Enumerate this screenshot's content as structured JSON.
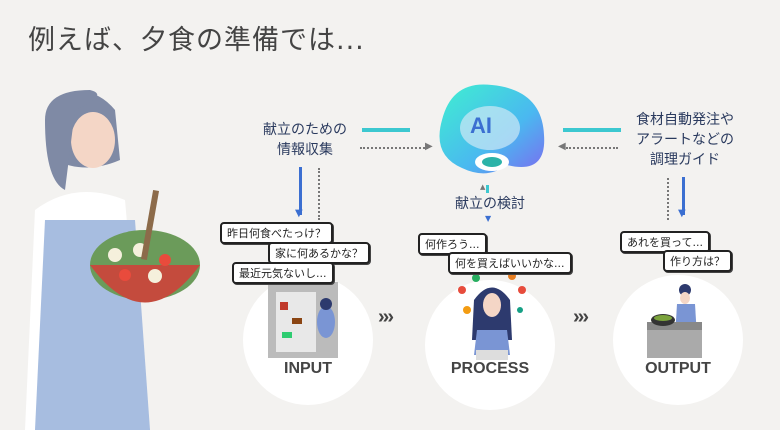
{
  "title": "例えば、夕食の準備では...",
  "ai": {
    "label": "AI",
    "left_text": [
      "献立のための",
      "情報収集"
    ],
    "right_text": [
      "食材自動発注や",
      "アラートなどの",
      "調理ガイド"
    ],
    "center_text": "献立の検討"
  },
  "input": {
    "label": "INPUT",
    "bubbles": [
      "昨日何食べたっけ？",
      "家に何あるかな？",
      "最近元気ないし..."
    ]
  },
  "process": {
    "label": "PROCESS",
    "bubbles": [
      "何作ろう...",
      "何を買えばいいかな..."
    ]
  },
  "output": {
    "label": "OUTPUT",
    "bubbles": [
      "あれを買って...",
      "作り方は？"
    ]
  },
  "chevron": "›››"
}
